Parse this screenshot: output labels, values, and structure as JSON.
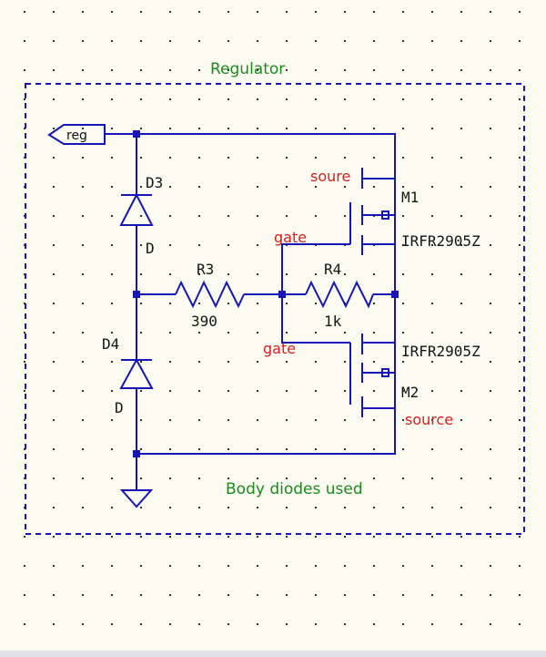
{
  "diagram": {
    "group_label": "Regulator",
    "note": "Body diodes used",
    "port_label": "reg",
    "components": {
      "d3": {
        "ref": "D3",
        "value": "D"
      },
      "d4": {
        "ref": "D4",
        "value": "D"
      },
      "r3": {
        "ref": "R3",
        "value": "390"
      },
      "r4": {
        "ref": "R4",
        "value": "1k"
      },
      "m1": {
        "ref": "M1",
        "part": "IRFR2905Z"
      },
      "m2": {
        "ref": "M2",
        "part": "IRFR2905Z"
      }
    },
    "annotations": {
      "m1_source": "soure",
      "m1_gate": "gate",
      "m2_gate": "gate",
      "m2_source": "source"
    }
  },
  "colors": {
    "wire": "#1515b8",
    "label": "#151515",
    "annotation": "#d81c1c",
    "title": "#1c8a1c",
    "background": "#fbfbf2",
    "grid_dot": "#303030"
  }
}
